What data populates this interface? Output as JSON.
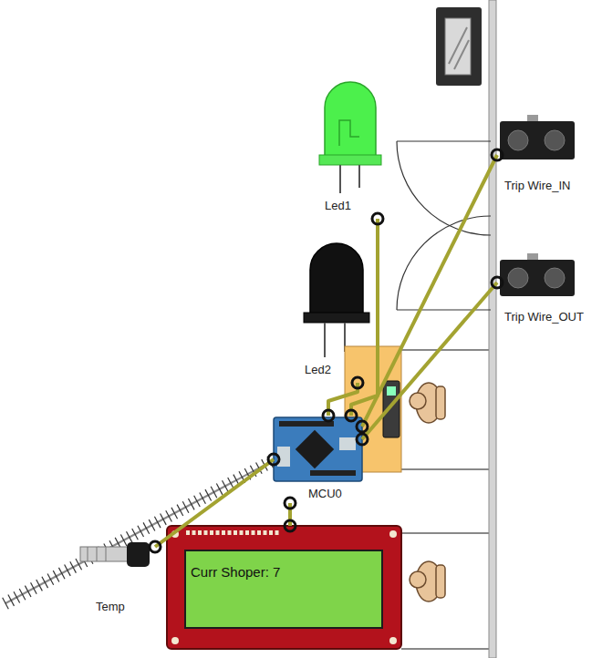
{
  "diagram": {
    "nodes": [
      {
        "text": [
          "Led1"
        ]
      },
      {
        "text": [
          "Trip Wire_IN"
        ]
      },
      {
        "text": [
          "Led2"
        ]
      },
      {
        "text": [
          "Trip Wire_OUT"
        ]
      },
      {
        "text": [
          "MCU0"
        ]
      },
      {
        "text": [
          "Curr Shoper: 7"
        ]
      },
      {
        "text": [
          "Temp"
        ]
      }
    ],
    "edges": [
      {
        "from": 4,
        "to": 0,
        "arrow": "none"
      },
      {
        "from": 4,
        "to": 2,
        "arrow": "none"
      },
      {
        "from": 4,
        "to": 1,
        "arrow": "none"
      },
      {
        "from": 4,
        "to": 3,
        "arrow": "none"
      },
      {
        "from": 4,
        "to": 5,
        "arrow": "none"
      },
      {
        "from": 4,
        "to": 6,
        "arrow": "none"
      }
    ]
  }
}
